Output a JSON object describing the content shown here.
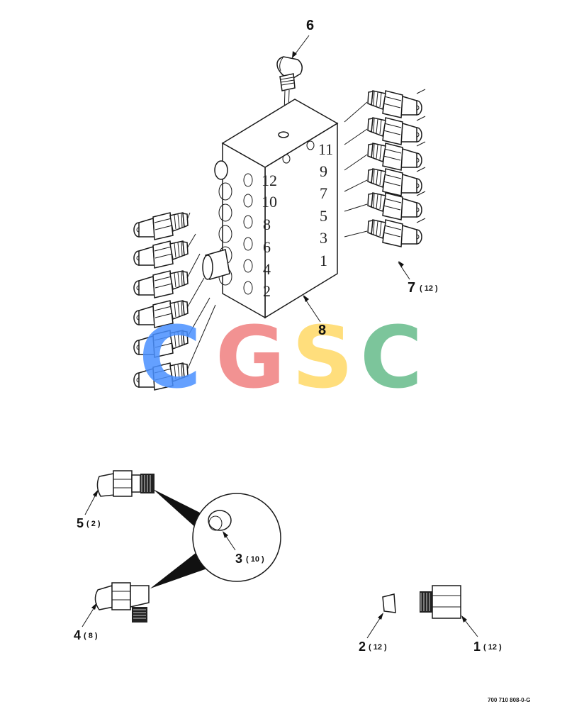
{
  "callouts": {
    "c6": "6",
    "c7": "7",
    "c7_qty": "( 12 )",
    "c8": "8",
    "c5": "5",
    "c5_qty": "( 2 )",
    "c3": "3",
    "c3_qty": "( 10 )",
    "c4": "4",
    "c4_qty": "( 8 )",
    "c2": "2",
    "c2_qty": "( 12 )",
    "c1": "1",
    "c1_qty": "( 12 )"
  },
  "ports_left": [
    "12",
    "10",
    "8",
    "6",
    "4",
    "2"
  ],
  "ports_right": [
    "11",
    "9",
    "7",
    "5",
    "3",
    "1"
  ],
  "watermark": {
    "letters": [
      "C",
      "G",
      "S",
      "C"
    ],
    "colors": [
      "#4a90ff",
      "#f08080",
      "#ffd966",
      "#66bb8a"
    ]
  },
  "drawing_code": "700 710 808-0-G"
}
